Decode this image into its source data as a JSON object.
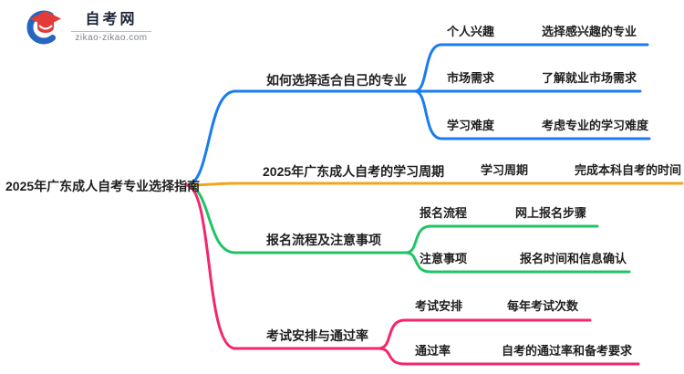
{
  "page": {
    "background": "#FFFFFF"
  },
  "logo": {
    "site_name": "自考网",
    "site_domain": "zikao-zikao.com",
    "brand_blue": "#2766BE",
    "brand_red": "#E23C38",
    "title_color": "#1B2437"
  },
  "colors": {
    "blue": "#1A7CF0",
    "orange": "#F2A51C",
    "green": "#20C465",
    "pink": "#F5256E",
    "text": "#1F1F1F"
  },
  "mindmap": {
    "root": "2025年广东成人自考专业选择指南",
    "branches": [
      {
        "label": "如何选择适合自己的专业",
        "color_name": "blue",
        "children": [
          {
            "label": "个人兴趣",
            "leaf": "选择感兴趣的专业"
          },
          {
            "label": "市场需求",
            "leaf": "了解就业市场需求"
          },
          {
            "label": "学习难度",
            "leaf": "考虑专业的学习难度"
          }
        ]
      },
      {
        "label": "2025年广东成人自考的学习周期",
        "color_name": "orange",
        "children": [
          {
            "label": "学习周期",
            "leaf": "完成本科自考的时间"
          }
        ]
      },
      {
        "label": "报名流程及注意事项",
        "color_name": "green",
        "children": [
          {
            "label": "报名流程",
            "leaf": "网上报名步骤"
          },
          {
            "label": "注意事项",
            "leaf": "报名时间和信息确认"
          }
        ]
      },
      {
        "label": "考试安排与通过率",
        "color_name": "pink",
        "children": [
          {
            "label": "考试安排",
            "leaf": "每年考试次数"
          },
          {
            "label": "通过率",
            "leaf": "自考的通过率和备考要求"
          }
        ]
      }
    ]
  }
}
